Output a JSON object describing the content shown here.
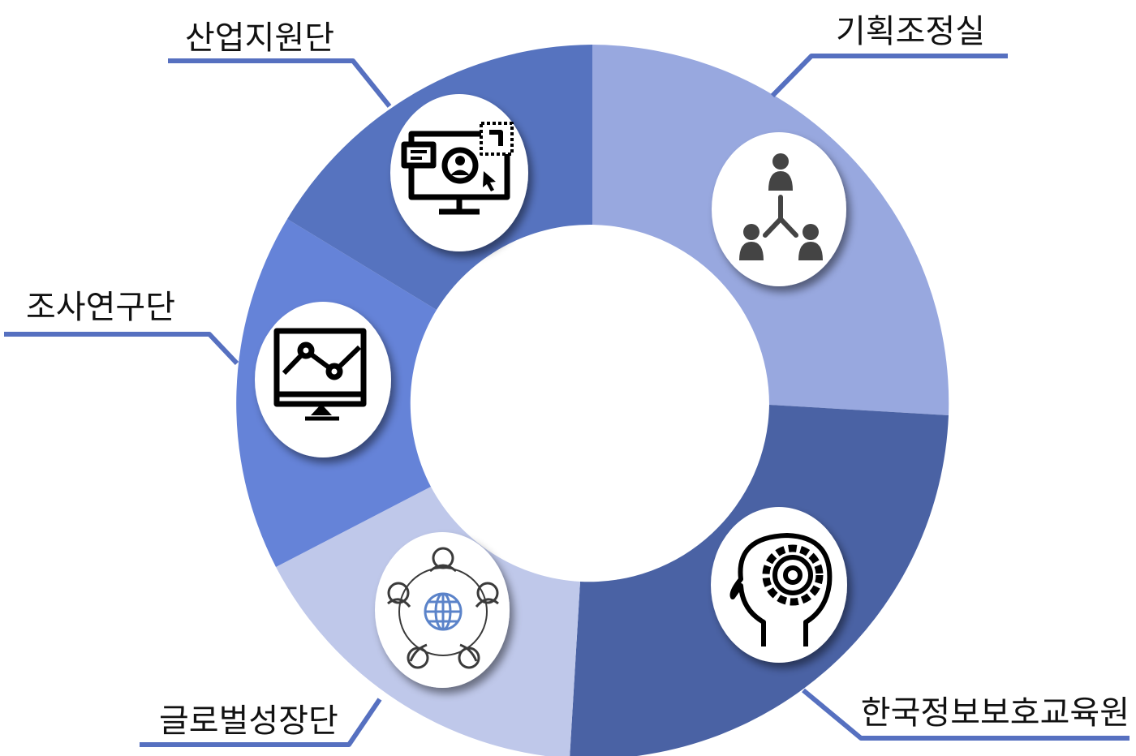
{
  "diagram": {
    "segments": [
      {
        "id": "planning",
        "label": "기획조정실",
        "color": "#98a8df",
        "icon": "org-chart-icon"
      },
      {
        "id": "kisa-academy",
        "label": "한국정보보호교육원",
        "color": "#4a62a4",
        "icon": "head-gear-icon"
      },
      {
        "id": "global",
        "label": "글로벌성장단",
        "color": "#bfc8ea",
        "icon": "global-meeting-icon"
      },
      {
        "id": "research",
        "label": "조사연구단",
        "color": "#6583d8",
        "icon": "analytics-monitor-icon"
      },
      {
        "id": "industry",
        "label": "산업지원단",
        "color": "#5673bf",
        "icon": "online-support-monitor-icon"
      }
    ],
    "connector_color": "#5670c0"
  }
}
